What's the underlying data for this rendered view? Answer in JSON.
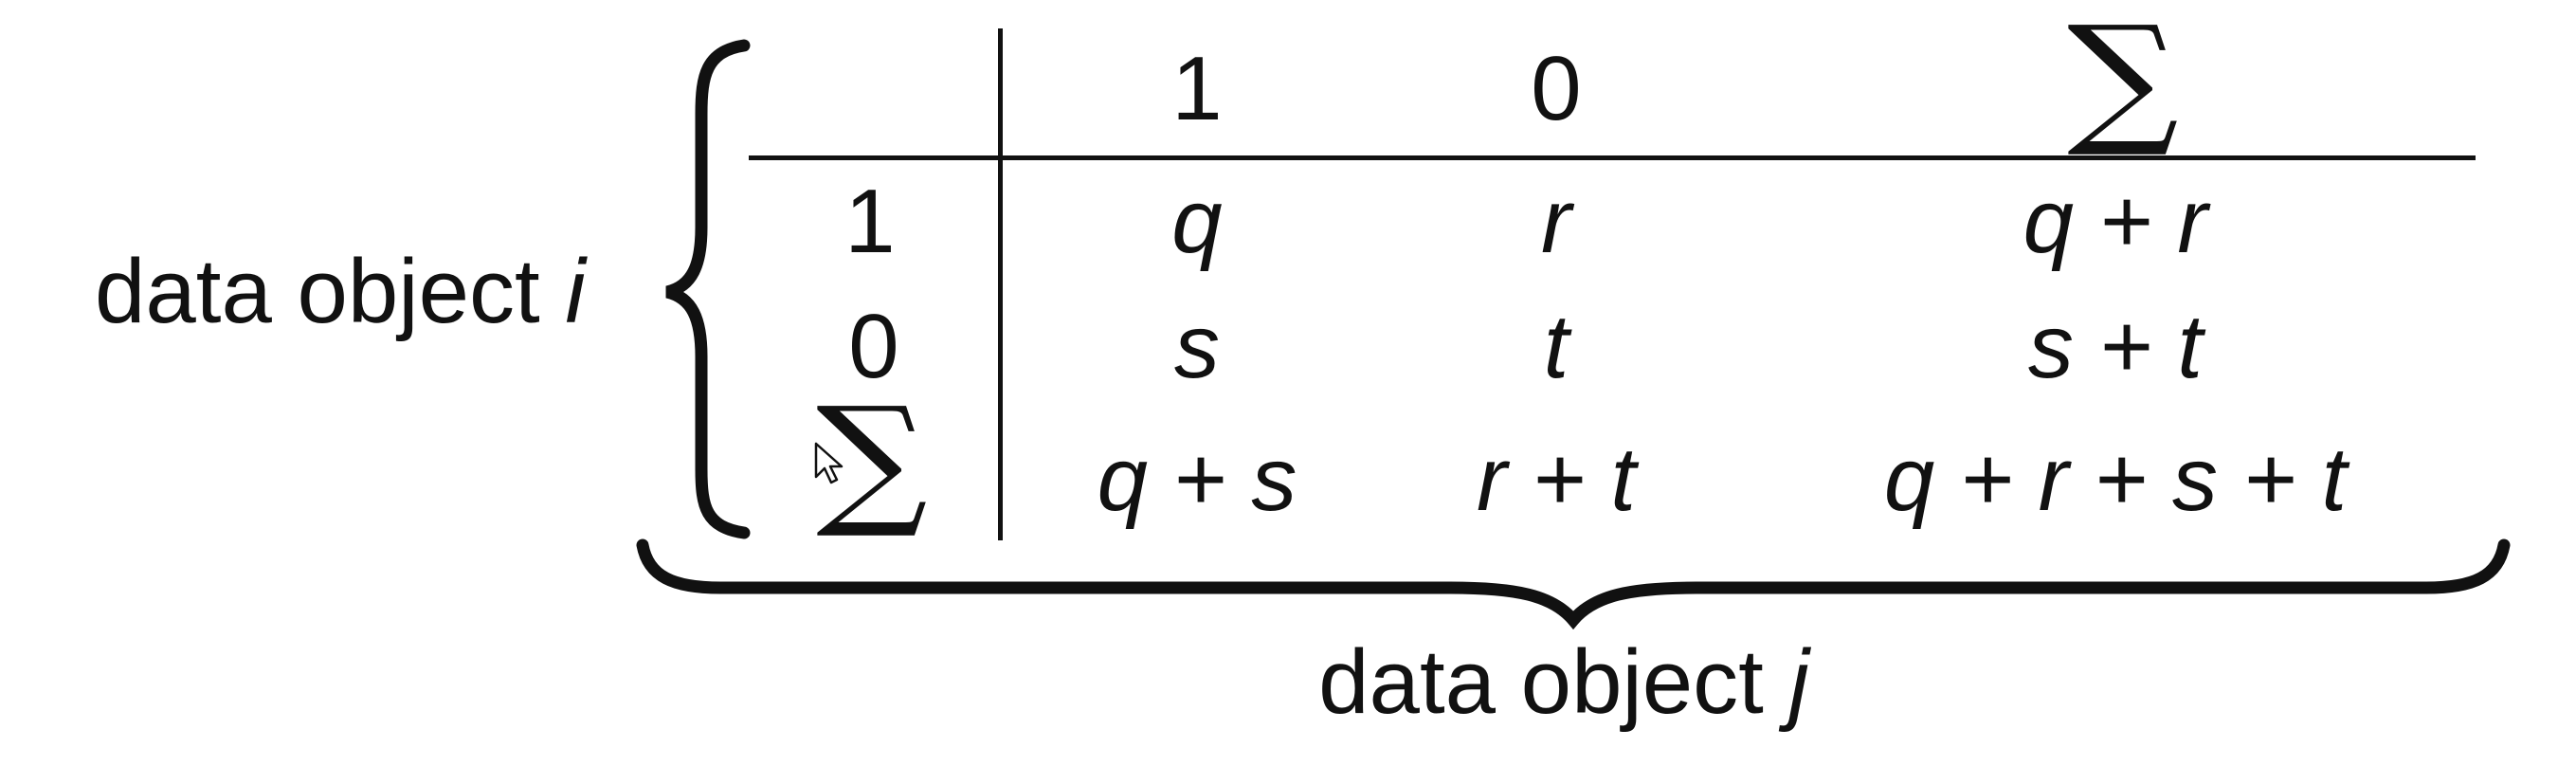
{
  "row_label": {
    "text": "data object ",
    "var": "i"
  },
  "col_label": {
    "text": "data object ",
    "var": "j"
  },
  "table": {
    "header": [
      "1",
      "0",
      "∑"
    ],
    "rows": [
      {
        "label": "1",
        "cells": [
          "q",
          "r",
          "q + r"
        ]
      },
      {
        "label": "0",
        "cells": [
          "s",
          "t",
          "s + t"
        ]
      },
      {
        "label": "∑",
        "cells": [
          "q + s",
          "r + t",
          "q + r + s + t"
        ]
      }
    ]
  },
  "cursor_icon": "arrow-pointer-icon"
}
